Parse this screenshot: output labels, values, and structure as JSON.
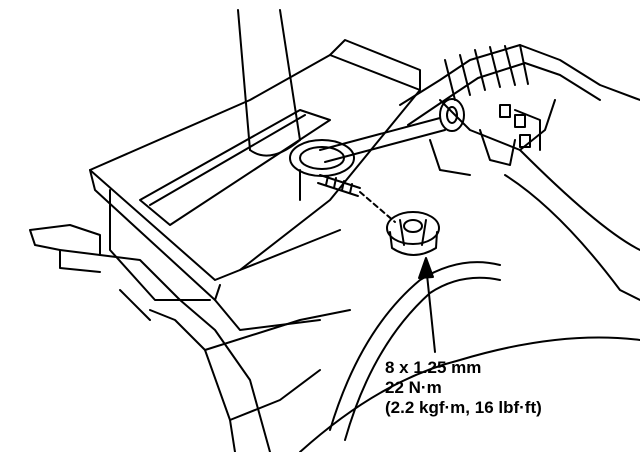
{
  "annotation": {
    "size": "8 x 1.25 mm",
    "torque_nm": "22 N·m",
    "torque_alt": "(2.2 kgf·m, 16 lbf·ft)"
  },
  "colors": {
    "ink": "#000000",
    "paper": "#ffffff"
  }
}
